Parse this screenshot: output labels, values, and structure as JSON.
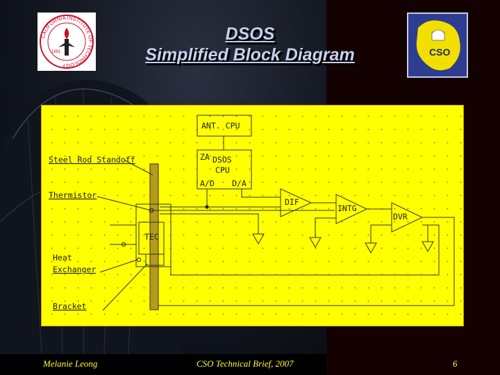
{
  "slide": {
    "title_line1": "DSOS",
    "title_line2": "Simplified Block Diagram"
  },
  "logos": {
    "left": {
      "icon": "caltech-seal-icon",
      "text_ring": "CALIFORNIA INSTITUTE OF TECHNOLOGY",
      "year": "1891"
    },
    "right": {
      "icon": "cso-logo-icon",
      "text": "CSO"
    }
  },
  "diagram": {
    "labels": {
      "steel_rod": "Steel Rod Standoff",
      "thermistor": "Thermistor",
      "heat_exchanger_1": "Heat",
      "heat_exchanger_2": "Exchanger",
      "bracket": "Bracket"
    },
    "blocks": {
      "ant_cpu": "ANT. CPU",
      "za": "ZA",
      "dsos_1": "DSOS",
      "dsos_2": "CPU",
      "ad": "A/D",
      "da": "D/A",
      "tec": "TEC",
      "dif": "DIF",
      "intg": "INTG",
      "dvr": "DVR"
    }
  },
  "footer": {
    "author": "Melanie Leong",
    "event": "CSO Technical Brief, 2007",
    "page": "6"
  },
  "colors": {
    "diagram_bg": "#ffff00",
    "title": "#c8d0ee",
    "footer_text": "#ffff33"
  }
}
